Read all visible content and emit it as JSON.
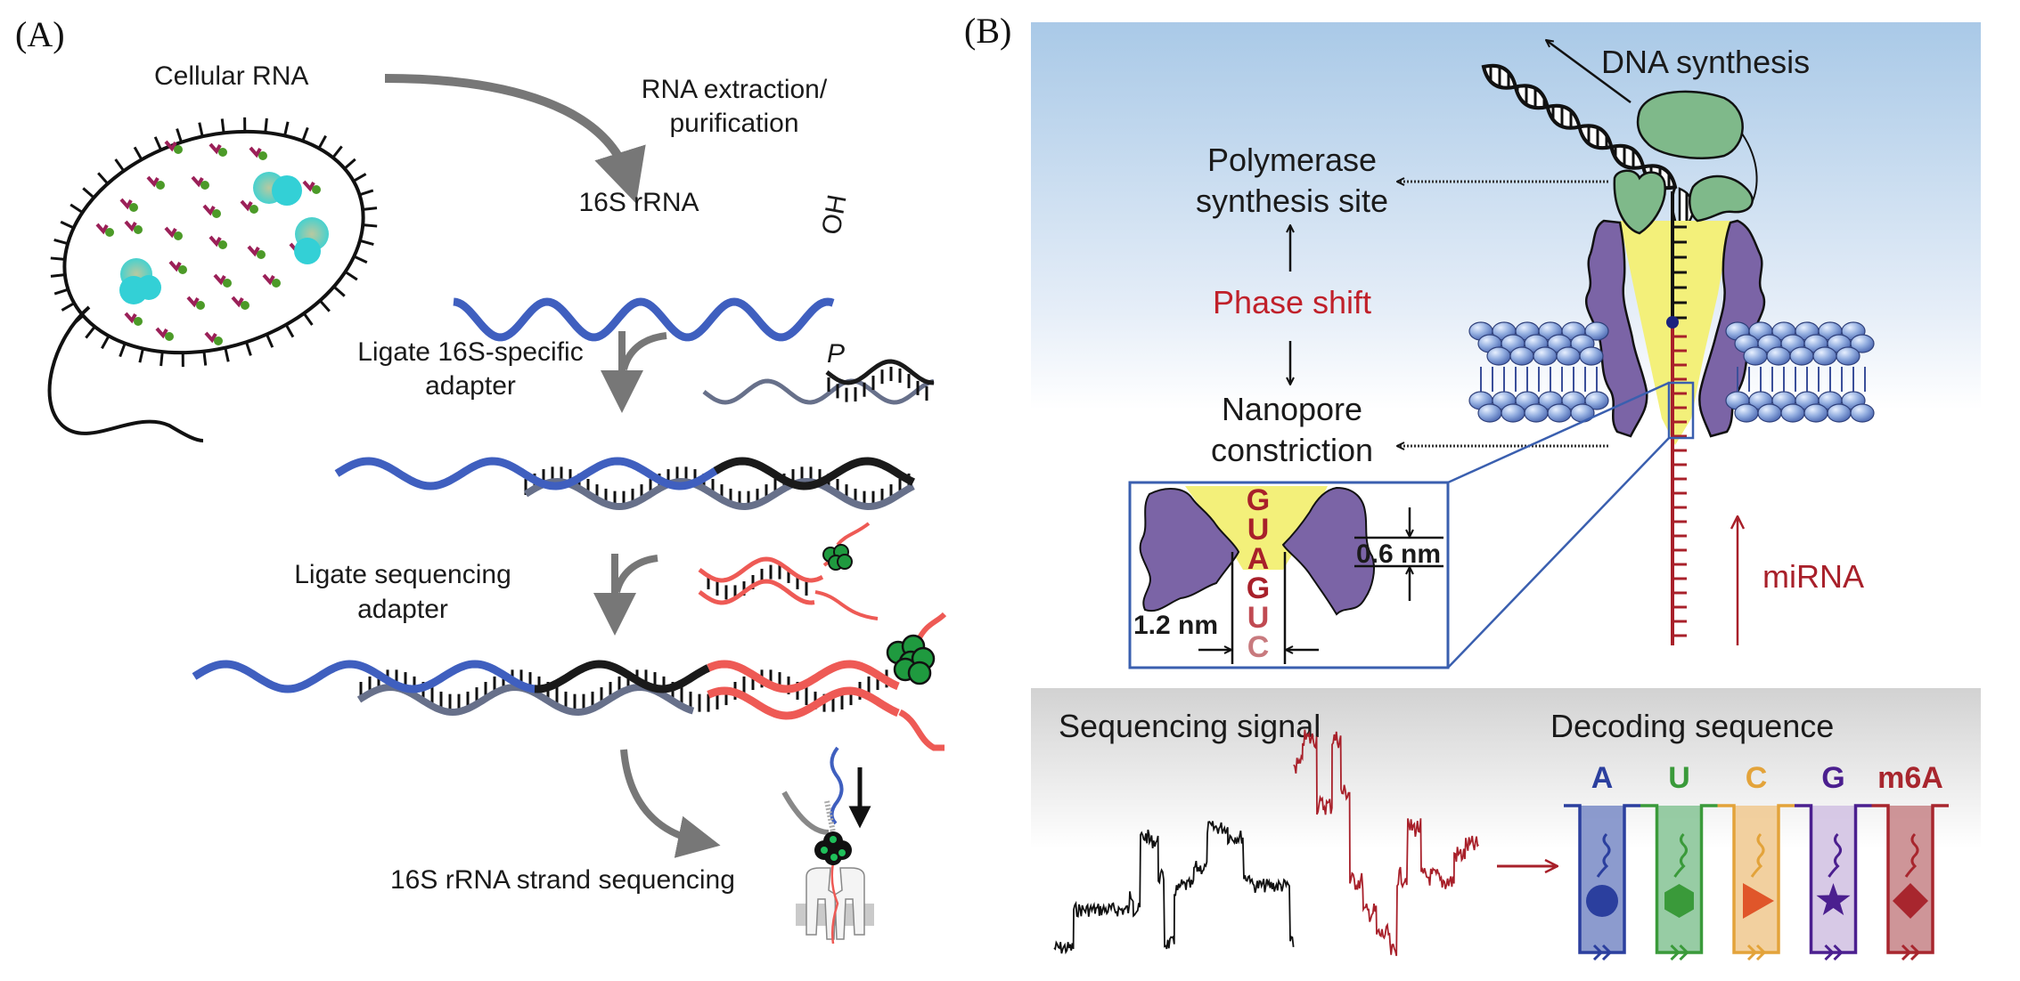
{
  "panel_a": {
    "letter": "(A)",
    "cellular_rna": "Cellular RNA",
    "extraction_line1": "RNA extraction/",
    "extraction_line2": "purification",
    "rrna_label": "16S rRNA",
    "oh_label": "OH",
    "p_label": "P",
    "ligate_16s_line1": "Ligate 16S-specific",
    "ligate_16s_line2": "adapter",
    "ligate_seq_line1": "Ligate sequencing",
    "ligate_seq_line2": "adapter",
    "strand_seq": "16S rRNA strand sequencing"
  },
  "panel_b": {
    "letter": "(B)",
    "dna_synthesis": "DNA synthesis",
    "polymerase_line1": "Polymerase",
    "polymerase_line2": "synthesis site",
    "phase_shift": "Phase shift",
    "nanopore_line1": "Nanopore",
    "nanopore_line2": "constriction",
    "mirna": "miRNA",
    "inset": {
      "bases": [
        "G",
        "U",
        "A",
        "G",
        "U",
        "C"
      ],
      "width_label": "1.2 nm",
      "height_label": "0.6 nm"
    },
    "sequencing_signal": "Sequencing signal",
    "decoding_sequence": "Decoding sequence",
    "decoders": [
      {
        "label": "A",
        "shape": "circle",
        "color": "#2b3f9e",
        "fill": "#7f90c9"
      },
      {
        "label": "U",
        "shape": "hexagon",
        "color": "#3a9a3a",
        "fill": "#8cc79a"
      },
      {
        "label": "C",
        "shape": "triangle",
        "color": "#e3a33a",
        "fill": "#f1cb95",
        "shape_color": "#e0562a"
      },
      {
        "label": "G",
        "shape": "star",
        "color": "#4b1f8f",
        "fill": "#d3c3e3"
      },
      {
        "label": "m6A",
        "shape": "diamond",
        "color": "#a8262e",
        "fill": "#c98a8d"
      }
    ]
  },
  "colors": {
    "rna_blue": "#3f5fbf",
    "adapter_gray": "#67708a",
    "adapter_black": "#1a1a1a",
    "seq_adapter_red": "#ee5a55",
    "motor_green": "#1f9a3f",
    "protein_purple": "#7b64a6",
    "pore_yellow": "#f3f07a",
    "polymerase_green": "#7fb98a",
    "mirna_red": "#a8202a",
    "phase_red": "#c0202a",
    "arrow_gray": "#777777",
    "inset_blue": "#3a5faf"
  }
}
